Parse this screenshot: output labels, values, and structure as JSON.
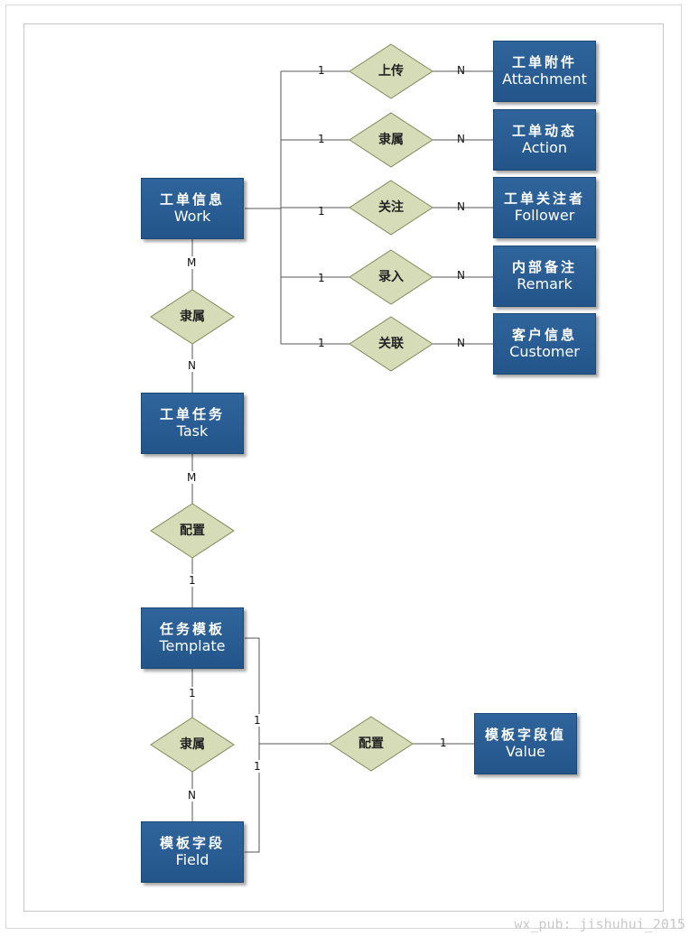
{
  "entities": {
    "attachment": {
      "cn": "工单附件",
      "en": "Attachment"
    },
    "action": {
      "cn": "工单动态",
      "en": "Action"
    },
    "follower": {
      "cn": "工单关注者",
      "en": "Follower"
    },
    "remark": {
      "cn": "内部备注",
      "en": "Remark"
    },
    "customer": {
      "cn": "客户信息",
      "en": "Customer"
    },
    "work": {
      "cn": "工单信息",
      "en": "Work"
    },
    "task": {
      "cn": "工单任务",
      "en": "Task"
    },
    "template": {
      "cn": "任务模板",
      "en": "Template"
    },
    "field": {
      "cn": "模板字段",
      "en": "Field"
    },
    "value": {
      "cn": "模板字段值",
      "en": "Value"
    }
  },
  "relationships": {
    "upload": "上传",
    "belongs_action": "隶属",
    "follow": "关注",
    "enter": "录入",
    "link": "关联",
    "belongs_task": "隶属",
    "config_template": "配置",
    "belongs_field": "隶属",
    "config_value": "配置"
  },
  "cardinalities": {
    "upload_one": "1",
    "upload_many": "N",
    "action_one": "1",
    "action_many": "N",
    "follow_one": "1",
    "follow_many": "N",
    "remark_one": "1",
    "remark_many": "N",
    "customer_one": "1",
    "customer_many": "N",
    "work_task_m": "M",
    "work_task_n": "N",
    "task_template_m": "M",
    "task_template_one": "1",
    "template_field_one": "1",
    "template_field_n": "N",
    "value_template_one": "1",
    "value_field_one": "1",
    "value_one": "1"
  },
  "watermark": "wx_pub: jishuhui_2015",
  "colors": {
    "entity": "#2a5f95",
    "relationship": "#d6dcb8",
    "relationship_border": "#7d8a5a",
    "line": "#555555"
  }
}
